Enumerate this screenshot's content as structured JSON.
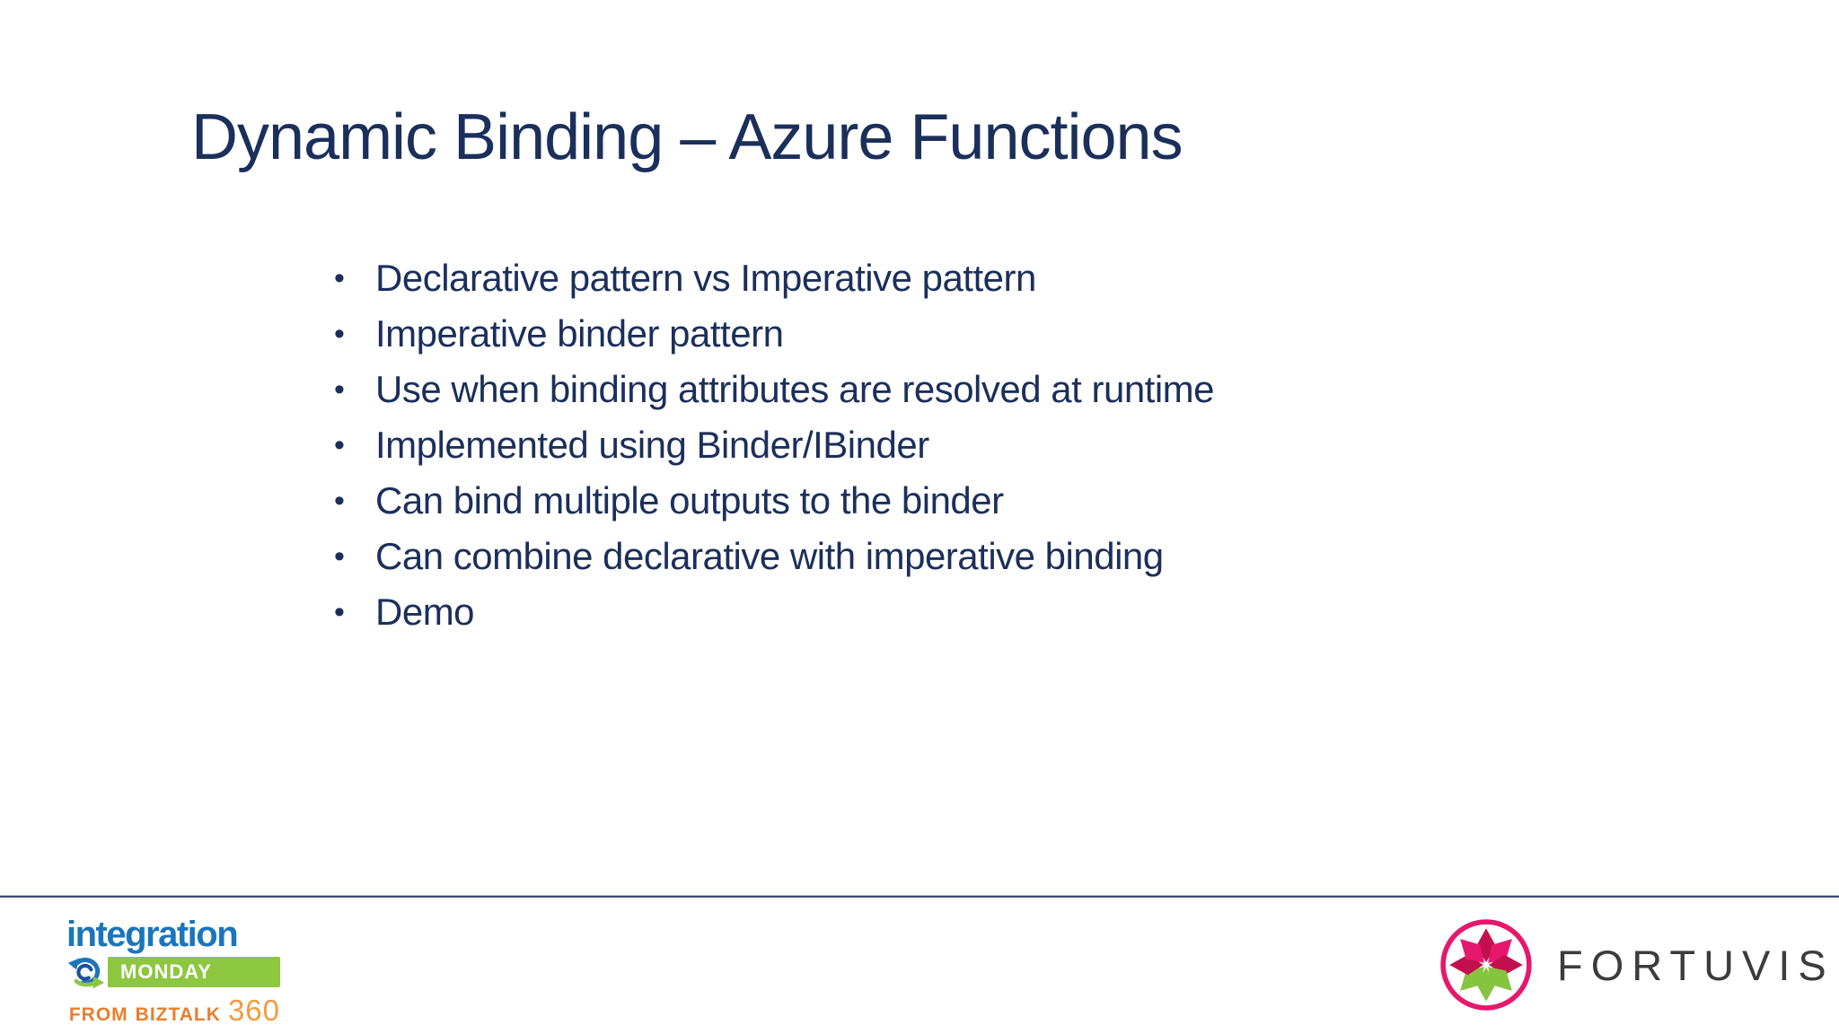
{
  "slide": {
    "title": "Dynamic Binding – Azure Functions",
    "bullets": [
      "Declarative pattern vs Imperative pattern",
      "Imperative binder pattern",
      "Use when binding attributes are resolved at runtime",
      "Implemented using Binder/IBinder",
      "Can bind multiple outputs to the binder",
      "Can combine declarative with imperative binding",
      "Demo"
    ],
    "bullet_glyph": "•"
  },
  "footer": {
    "integration_logo": {
      "wordmark": "integration",
      "banner": "MONDAY",
      "from_label": "FROM",
      "biztalk_label": "BIZTALK",
      "threesixty_label": "360",
      "icon": "circular-arrows-icon"
    },
    "fortuvis_logo": {
      "wordmark": "FORTUVIS",
      "icon": "eight-petal-star-icon"
    }
  },
  "colors": {
    "background": "#FFFFFF",
    "text_navy": "#1B2F5B",
    "divider": "#3D4E6E",
    "integration_blue": "#1B75BC",
    "integration_dark_blue": "#1E4F9C",
    "monday_green": "#8DC63F",
    "monday_text": "#FFFFFF",
    "biztalk_orange": "#E87E2B",
    "biztalk_360_orange": "#F49A3C",
    "fortuvis_pink": "#E6186D",
    "fortuvis_crimson": "#C2104E",
    "fortuvis_green": "#86C440",
    "fortuvis_text": "#3C3C3C"
  }
}
